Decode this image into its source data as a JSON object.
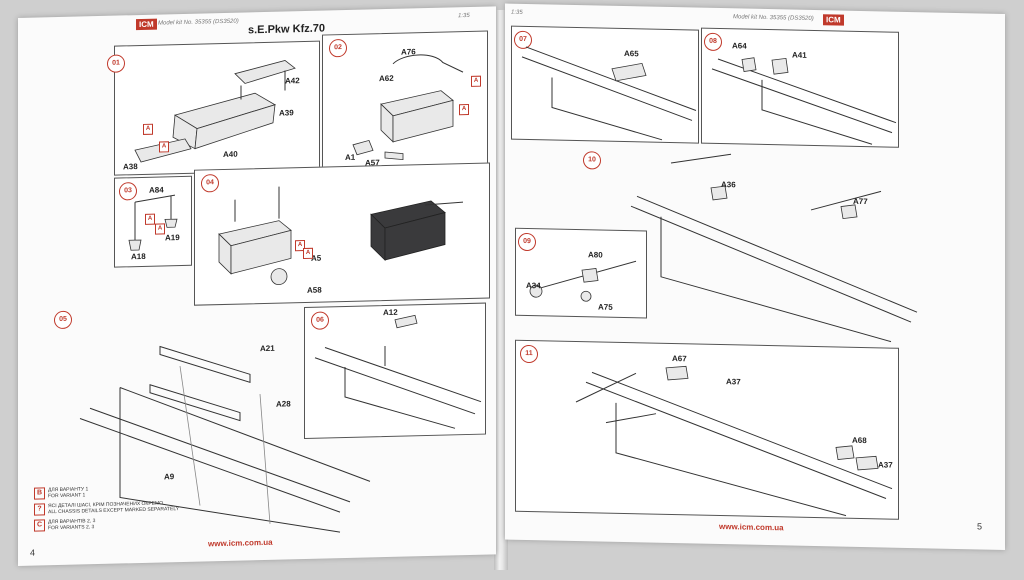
{
  "left_page": {
    "header_model": "Model kit No. 35355 (DS3520)",
    "title": "s.E.Pkw Kfz.70",
    "header_right": "1:35",
    "logo": "ICM",
    "page_number": "4",
    "url": "www.icm.com.ua",
    "steps": [
      {
        "num": "01",
        "labels": [
          "A42",
          "A39",
          "A40",
          "A38"
        ]
      },
      {
        "num": "02",
        "labels": [
          "A76",
          "A62",
          "A1",
          "A57"
        ]
      },
      {
        "num": "03",
        "labels": [
          "A84",
          "A19",
          "A18"
        ]
      },
      {
        "num": "04",
        "labels": [
          "A5",
          "A58"
        ]
      },
      {
        "num": "05",
        "labels": [
          "A21",
          "A28",
          "A9"
        ]
      },
      {
        "num": "06",
        "labels": [
          "A12"
        ]
      }
    ],
    "legend": [
      {
        "key": "B",
        "line1": "ДЛЯ ВАРІАНТУ 1",
        "line2": "FOR VARIANT 1"
      },
      {
        "key": "?",
        "line1": "ЯСІ ДЕТАЛІ ШАСІ, КРІМ ПОЗНАЧЕНИХ ОКРЕМО",
        "line2": "ALL CHASSIS DETAILS EXCEPT MARKED SEPARATELY"
      },
      {
        "key": "C",
        "line1": "ДЛЯ ВАРІАНТІВ 2, 3",
        "line2": "FOR VARIANTS 2, 3"
      }
    ]
  },
  "right_page": {
    "header_left": "1:35",
    "header_model": "Model kit No. 35355 (DS3520)",
    "logo": "ICM",
    "page_number": "5",
    "url": "www.icm.com.ua",
    "steps": [
      {
        "num": "07",
        "labels": [
          "A65"
        ]
      },
      {
        "num": "08",
        "labels": [
          "A64",
          "A41"
        ]
      },
      {
        "num": "10",
        "labels": [
          "A36",
          "A77"
        ]
      },
      {
        "num": "09",
        "labels": [
          "A80",
          "A34",
          "A75"
        ]
      },
      {
        "num": "11",
        "labels": [
          "A67",
          "A37",
          "A68",
          "A37"
        ]
      }
    ]
  },
  "colors": {
    "accent": "#c0392b",
    "paper": "#fbfbfb",
    "line": "#333333"
  }
}
